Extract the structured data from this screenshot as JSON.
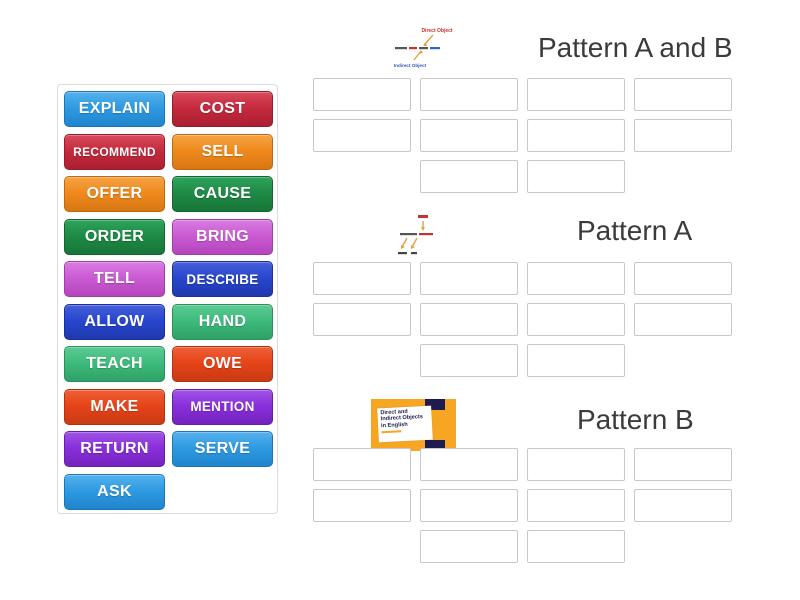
{
  "activity": {
    "groups": [
      {
        "title": "Pattern A and B",
        "slot_count": 10
      },
      {
        "title": "Pattern A",
        "slot_count": 10
      },
      {
        "title": "Pattern B",
        "slot_count": 10
      }
    ]
  },
  "word_bank": {
    "tiles": [
      {
        "label": "EXPLAIN",
        "color": "#2f9be2"
      },
      {
        "label": "COST",
        "color": "#c62a3e"
      },
      {
        "label": "RECOMMEND",
        "color": "#c62a3e"
      },
      {
        "label": "SELL",
        "color": "#f08a1e"
      },
      {
        "label": "OFFER",
        "color": "#f08a1e"
      },
      {
        "label": "CAUSE",
        "color": "#1f8b46"
      },
      {
        "label": "ORDER",
        "color": "#1f8b46"
      },
      {
        "label": "BRING",
        "color": "#cb5bd3"
      },
      {
        "label": "TELL",
        "color": "#cb5bd3"
      },
      {
        "label": "DESCRIBE",
        "color": "#2847cf"
      },
      {
        "label": "ALLOW",
        "color": "#2847cf"
      },
      {
        "label": "HAND",
        "color": "#3ebb7d"
      },
      {
        "label": "TEACH",
        "color": "#3ebb7d"
      },
      {
        "label": "OWE",
        "color": "#e74419"
      },
      {
        "label": "MAKE",
        "color": "#e74419"
      },
      {
        "label": "MENTION",
        "color": "#8a2fdc"
      },
      {
        "label": "RETURN",
        "color": "#8a2fdc"
      },
      {
        "label": "SERVE",
        "color": "#2f9be2"
      },
      {
        "label": "ASK",
        "color": "#2f9be2"
      }
    ]
  },
  "thumbnails": {
    "pattern_ab": {
      "top_label": "Direct Object",
      "bottom_label": "Indirect Object"
    },
    "pattern_b_card": {
      "line1": "Direct and",
      "line2": "Indirect Objects",
      "line3": "In English"
    }
  },
  "colors": {
    "title_text": "#3b3b3b",
    "slot_border": "#c6c8cb",
    "card_orange": "#f6a623",
    "card_navy": "#1d1b4f"
  }
}
